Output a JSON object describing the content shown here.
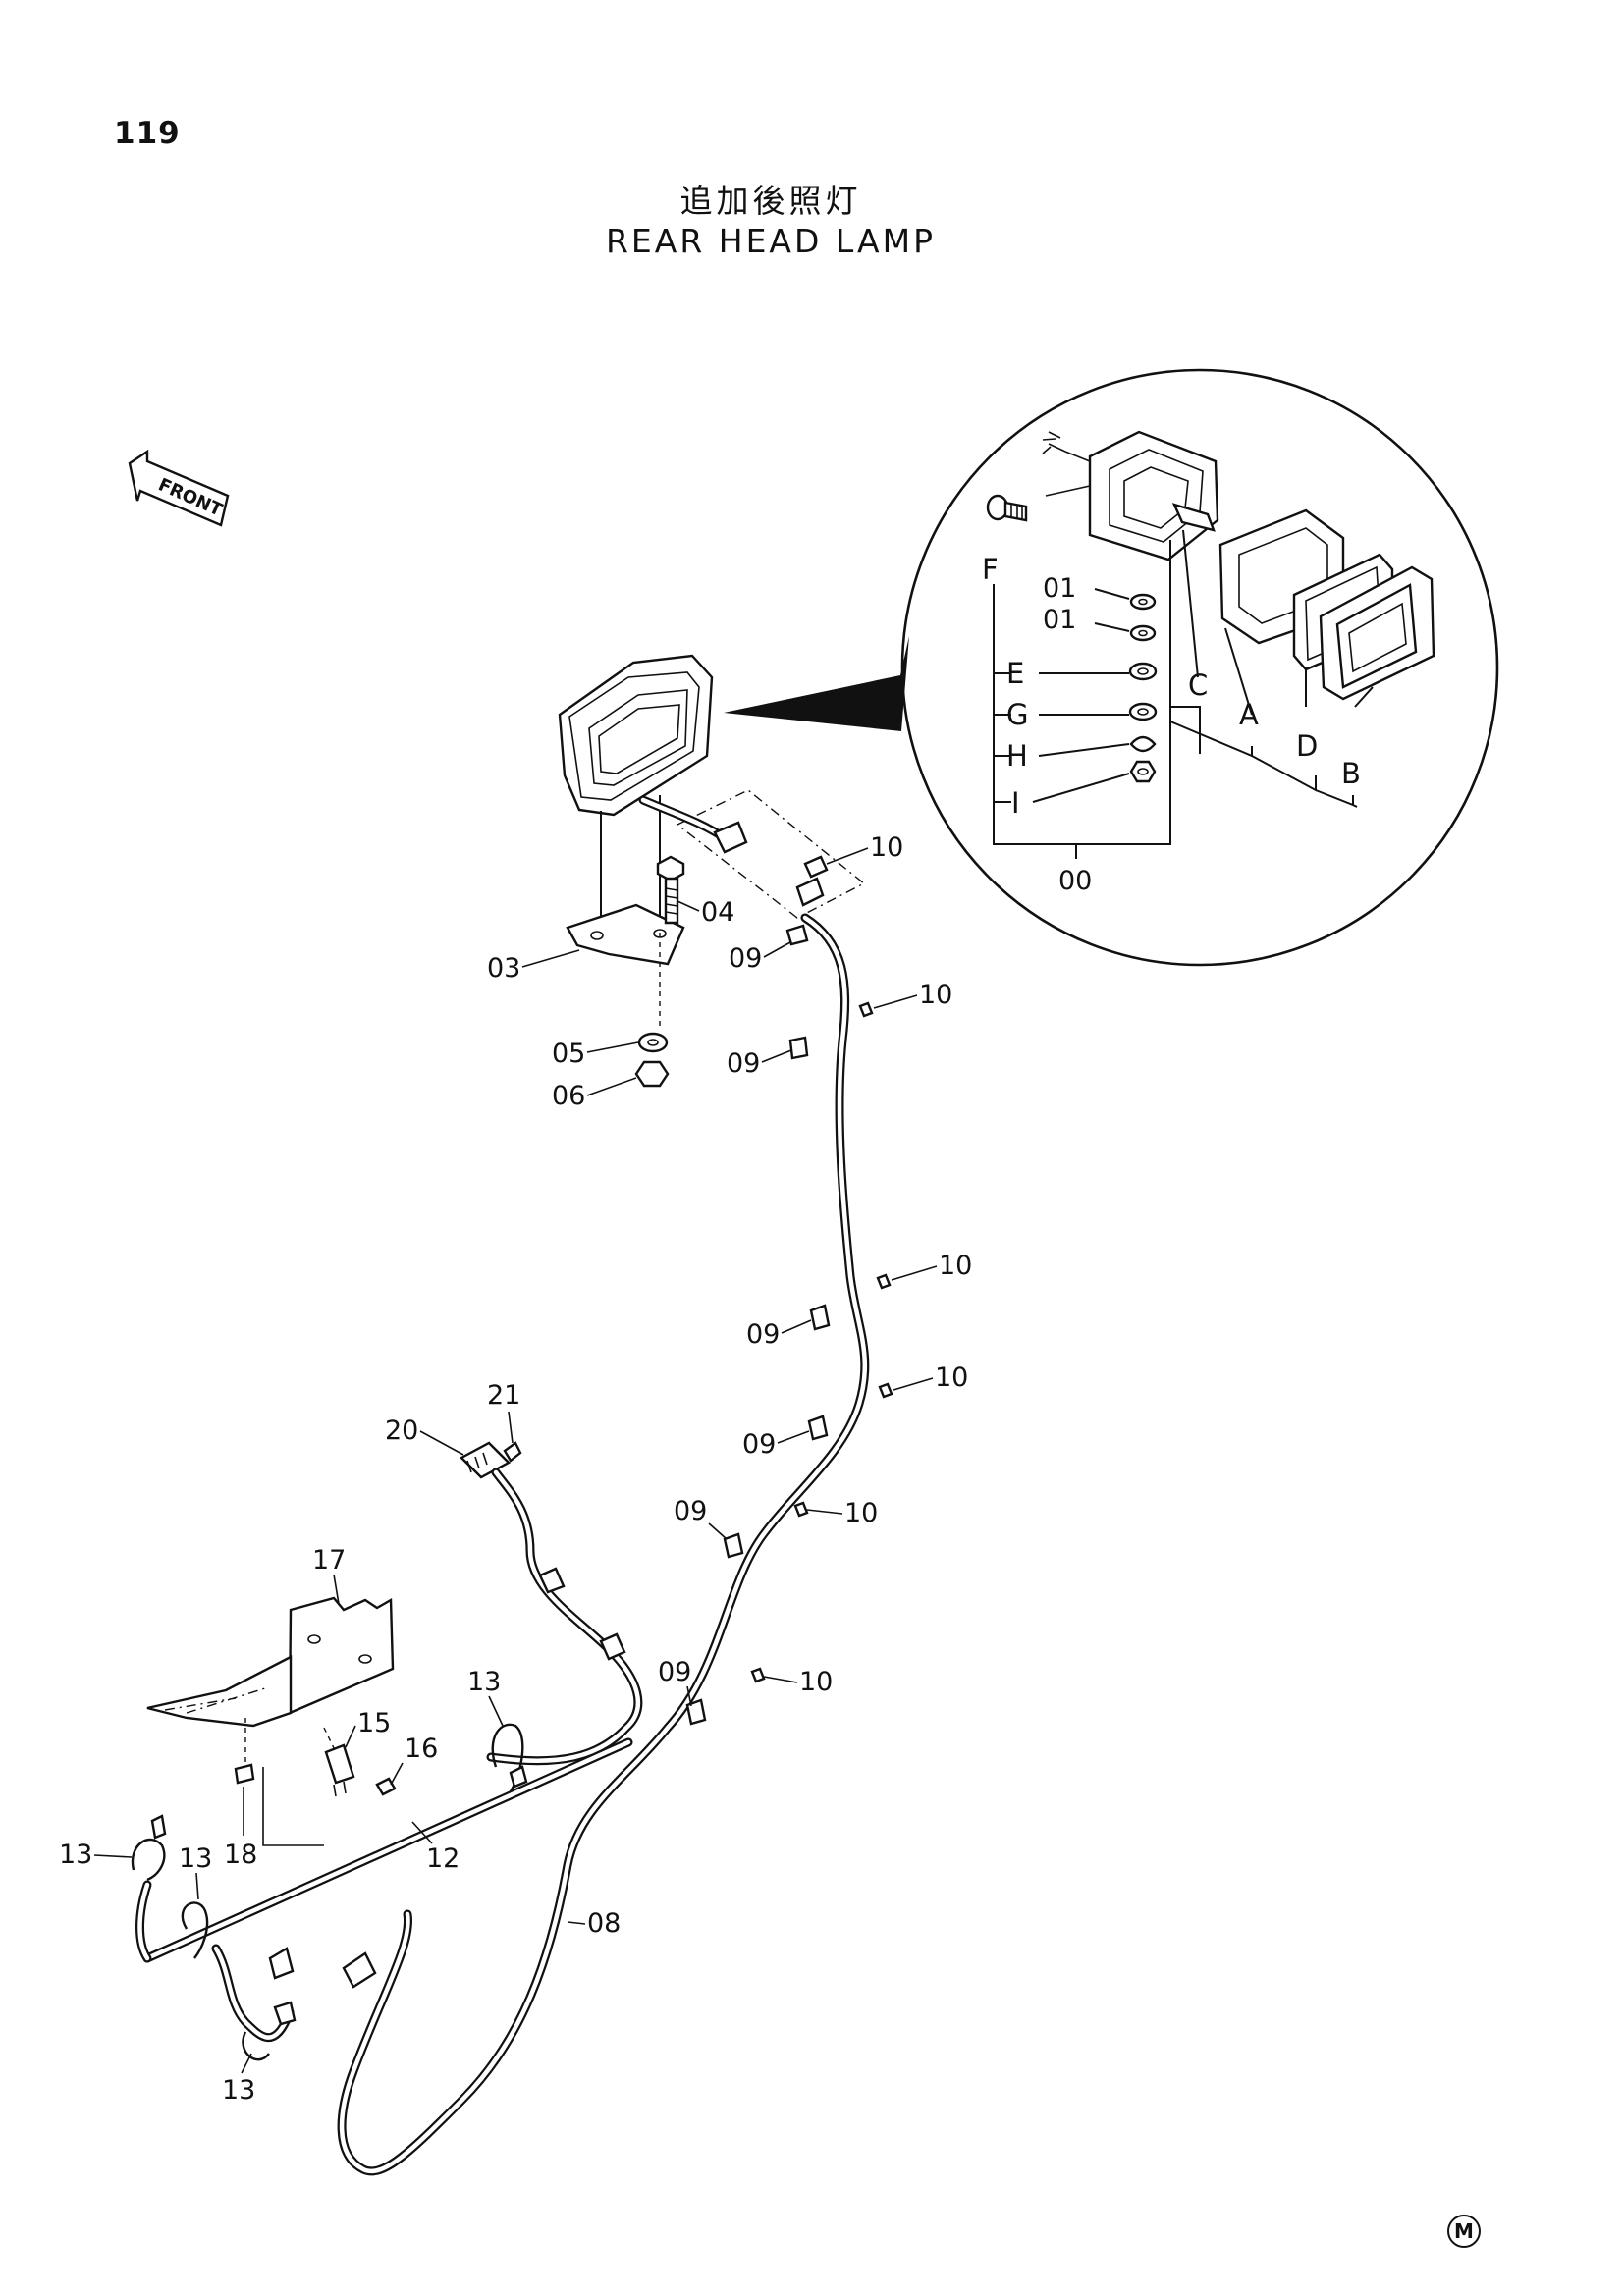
{
  "page_number": "119",
  "title_ja": "追加後照灯",
  "title_en": "REAR HEAD LAMP",
  "direction_arrow": {
    "label": "FRONT",
    "icon": "front-arrow-icon"
  },
  "corner_mark": "M",
  "callouts": {
    "c00": "00",
    "c01a": "01",
    "c01b": "01",
    "c03": "03",
    "c04": "04",
    "c05": "05",
    "c06": "06",
    "c08": "08",
    "c09a": "09",
    "c09b": "09",
    "c09c": "09",
    "c09d": "09",
    "c09e": "09",
    "c09f": "09",
    "c10a": "10",
    "c10b": "10",
    "c10c": "10",
    "c10d": "10",
    "c10e": "10",
    "c10f": "10",
    "c12": "12",
    "c13a": "13",
    "c13b": "13",
    "c13c": "13",
    "c13d": "13",
    "c15": "15",
    "c16": "16",
    "c17": "17",
    "c18": "18",
    "c20": "20",
    "c21": "21",
    "cA": "A",
    "cB": "B",
    "cC": "C",
    "cD": "D",
    "cE": "E",
    "cF": "F",
    "cG": "G",
    "cH": "H",
    "cI": "I"
  }
}
